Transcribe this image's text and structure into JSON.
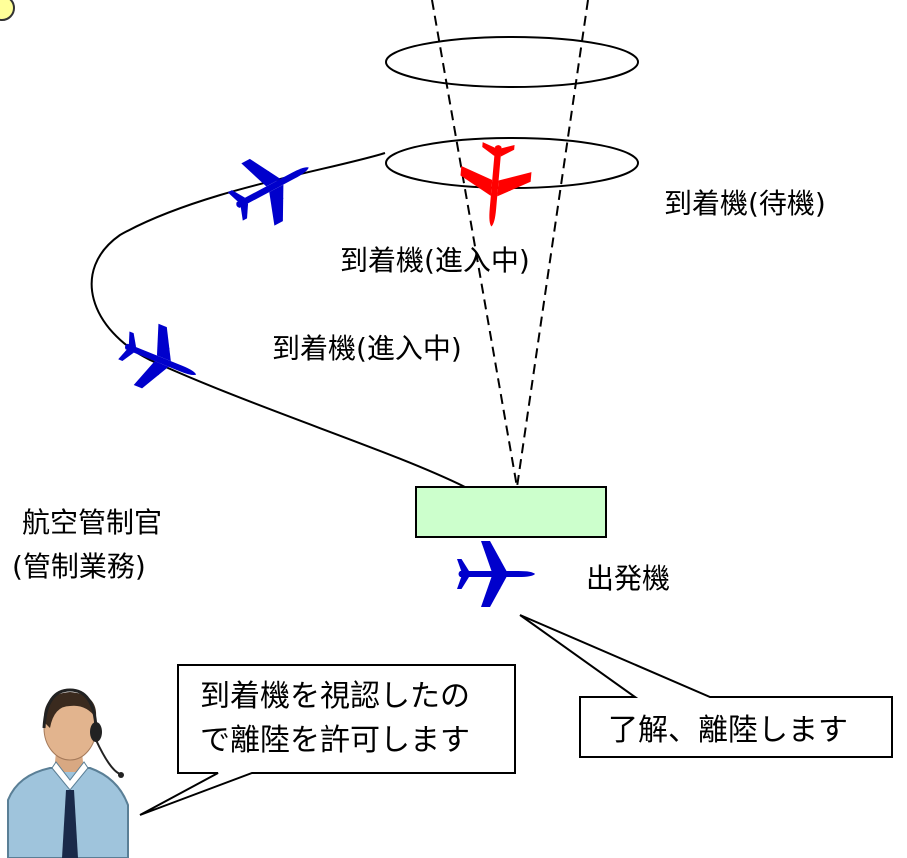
{
  "labels": {
    "arrival_waiting": "到着機(待機)",
    "arrival_approach_1": "到着機(進入中)",
    "arrival_approach_2": "到着機(進入中)",
    "departure": "出発機",
    "controller_line1": "航空管制官",
    "controller_line2": "(管制業務)"
  },
  "bubbles": {
    "controller_line1": "到着機を視認したの",
    "controller_line2": "で離陸を許可します",
    "pilot": "了解、離陸します"
  },
  "colors": {
    "holding_aircraft": "#ff0000",
    "approach_aircraft": "#0000cc",
    "departure_aircraft": "#0000cc",
    "runway_fill": "#ccffcc",
    "marker_fill": "#ffff99"
  },
  "icons": {
    "aircraft": "airplane-icon",
    "controller": "person-with-headset-icon"
  }
}
